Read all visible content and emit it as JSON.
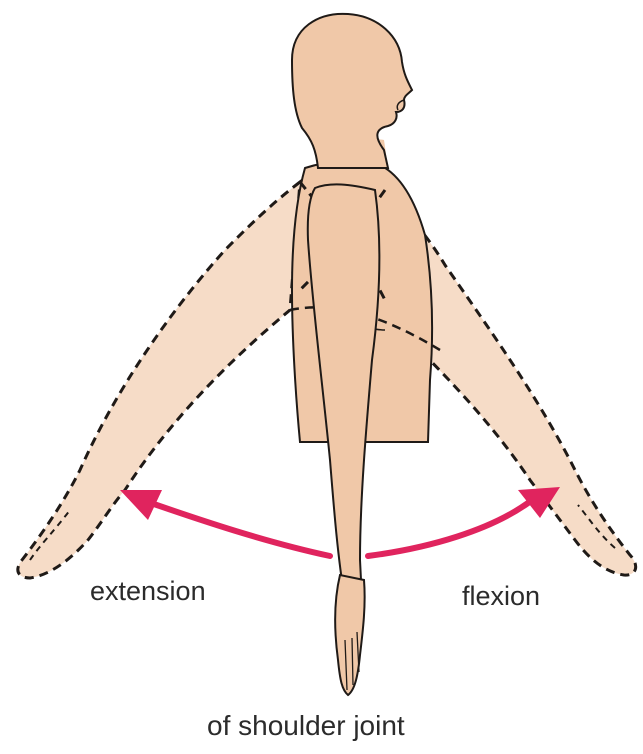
{
  "labels": {
    "extension": "extension",
    "flexion": "flexion"
  },
  "caption": "of shoulder joint",
  "colors": {
    "skin": "#f0c8a8",
    "skin_light": "#f6dcc7",
    "outline": "#1f1a17",
    "arrow": "#e0245e",
    "text": "#2b2b2b"
  }
}
